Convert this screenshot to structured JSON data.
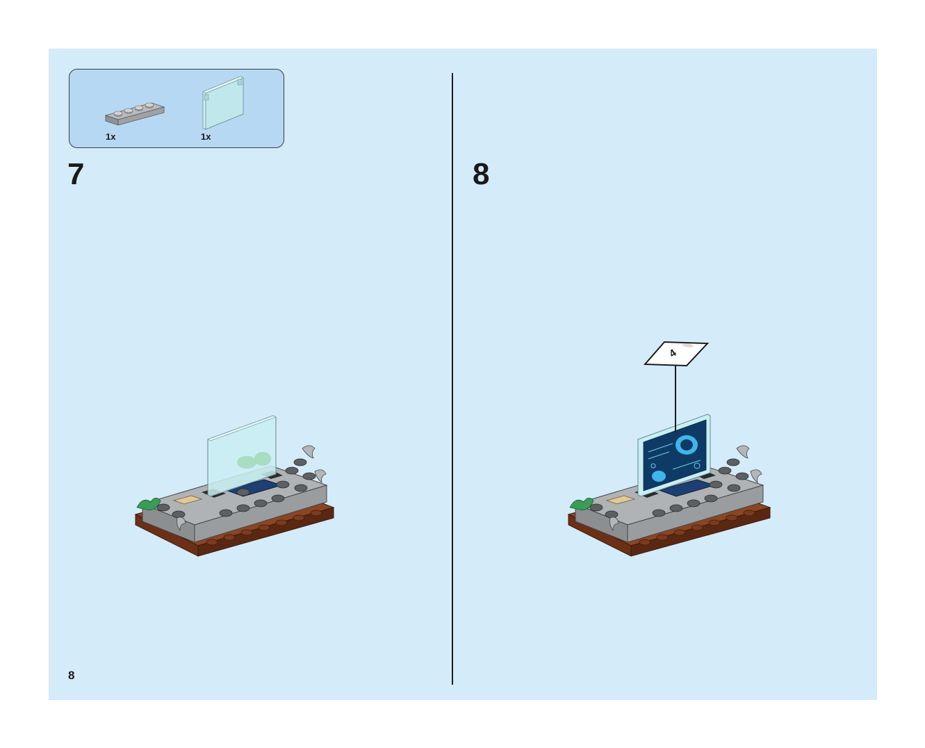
{
  "parts_list": {
    "items": [
      {
        "icon": "grey-1x4-plate-icon",
        "qty": "1x"
      },
      {
        "icon": "trans-clear-panel-icon",
        "qty": "1x"
      }
    ]
  },
  "steps": [
    {
      "number": "7"
    },
    {
      "number": "8"
    }
  ],
  "callout": {
    "sticker_number": "4"
  },
  "page_number": "8",
  "colors": {
    "page_background": "#d4ebfa",
    "parts_box": "#b6d8f3",
    "brick_grey": "#a3a6a8",
    "brick_dark_grey": "#6b6e70",
    "base_brown": "#7a3b1e",
    "trans_blue": "#aee3e8",
    "dark_blue": "#1e3f73",
    "screen_blue": "#0e3a66"
  }
}
